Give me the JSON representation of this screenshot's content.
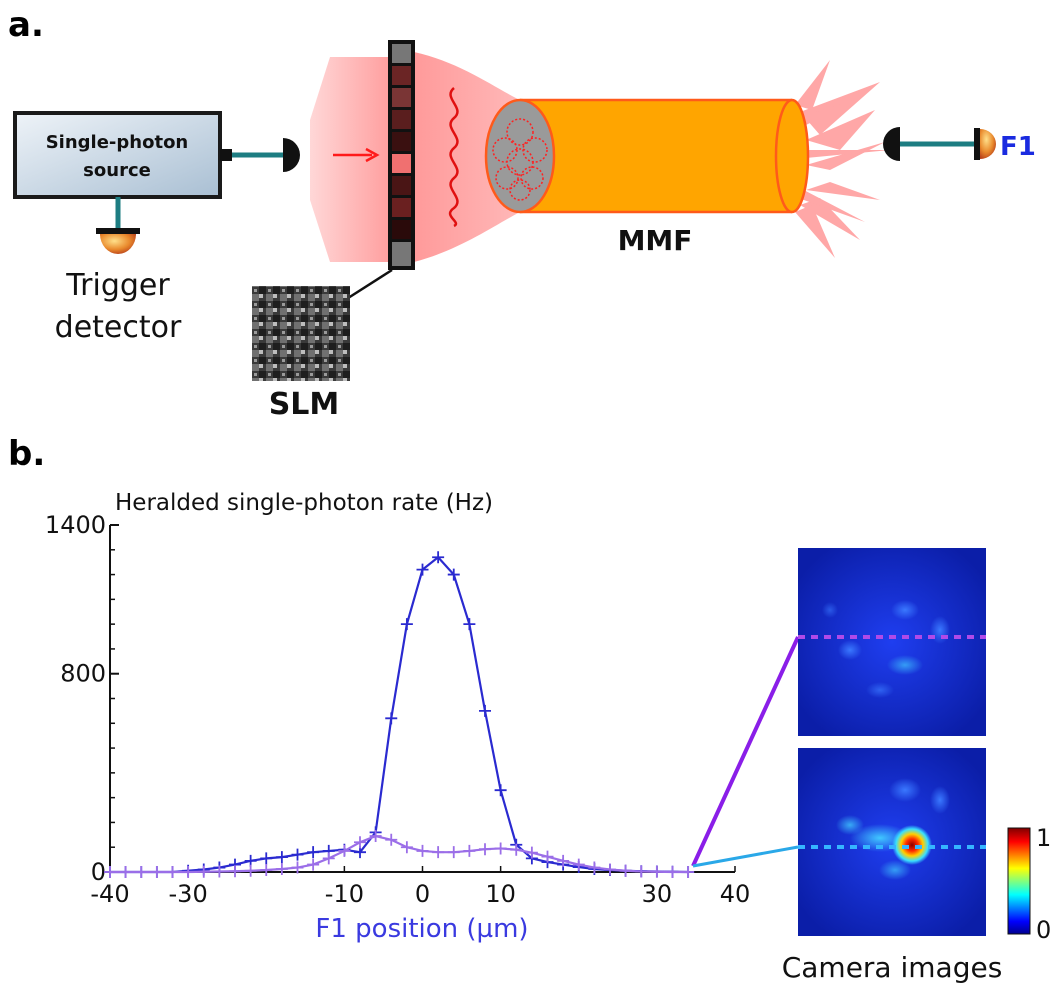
{
  "panel_a": {
    "label": "a.",
    "source_line1": "Single-photon",
    "source_line2": "source",
    "trigger_line1": "Trigger",
    "trigger_line2": "detector",
    "slm_label": "SLM",
    "mmf_label": "MMF",
    "detector_label": "F1",
    "colors": {
      "fiber": "#ffa500",
      "beam": "#ff6b6b",
      "detector_label": "#1a2be0",
      "source_box": "#c9d8e6"
    }
  },
  "panel_b": {
    "label": "b.",
    "camera_caption": "Camera images",
    "colorbar_max": "1",
    "colorbar_min": "0"
  },
  "chart_data": {
    "type": "line",
    "title": "Heralded single-photon rate (Hz)",
    "xlabel": "F1 position (µm)",
    "ylabel": "",
    "xlim": [
      -40,
      40
    ],
    "ylim": [
      0,
      1400
    ],
    "x_tick_labels": [
      "-40",
      "-30",
      "-10",
      "0",
      "10",
      "30",
      "40"
    ],
    "x_tick_values": [
      -40,
      -30,
      -10,
      0,
      10,
      30,
      40
    ],
    "y_tick_labels": [
      "0",
      "800",
      "1400"
    ],
    "y_tick_values": [
      0,
      800,
      1400
    ],
    "grid": false,
    "series": [
      {
        "color": "#2a2ad0",
        "x": [
          -40,
          -38,
          -36,
          -34,
          -32,
          -30,
          -28,
          -26,
          -24,
          -22,
          -20,
          -18,
          -16,
          -14,
          -12,
          -10,
          -8,
          -6,
          -4,
          -2,
          0,
          2,
          4,
          6,
          8,
          10,
          12,
          14,
          16,
          18,
          20,
          22,
          24,
          26,
          28,
          30,
          32,
          34
        ],
        "values": [
          0,
          0,
          0,
          0,
          0,
          5,
          10,
          18,
          30,
          45,
          55,
          60,
          70,
          80,
          85,
          90,
          80,
          160,
          620,
          1000,
          1220,
          1270,
          1200,
          1000,
          650,
          330,
          110,
          55,
          40,
          30,
          20,
          12,
          8,
          5,
          3,
          2,
          1,
          0
        ]
      },
      {
        "color": "#9b6ee8",
        "x": [
          -40,
          -38,
          -36,
          -34,
          -32,
          -30,
          -28,
          -26,
          -24,
          -22,
          -20,
          -18,
          -16,
          -14,
          -12,
          -10,
          -8,
          -6,
          -4,
          -2,
          0,
          2,
          4,
          6,
          8,
          10,
          12,
          14,
          16,
          18,
          20,
          22,
          24,
          26,
          28,
          30,
          32,
          34
        ],
        "values": [
          0,
          0,
          0,
          0,
          0,
          0,
          1,
          2,
          3,
          5,
          8,
          12,
          18,
          30,
          55,
          85,
          120,
          145,
          130,
          100,
          85,
          80,
          80,
          85,
          92,
          95,
          90,
          78,
          62,
          45,
          30,
          18,
          10,
          5,
          2,
          1,
          0,
          0
        ]
      }
    ]
  }
}
